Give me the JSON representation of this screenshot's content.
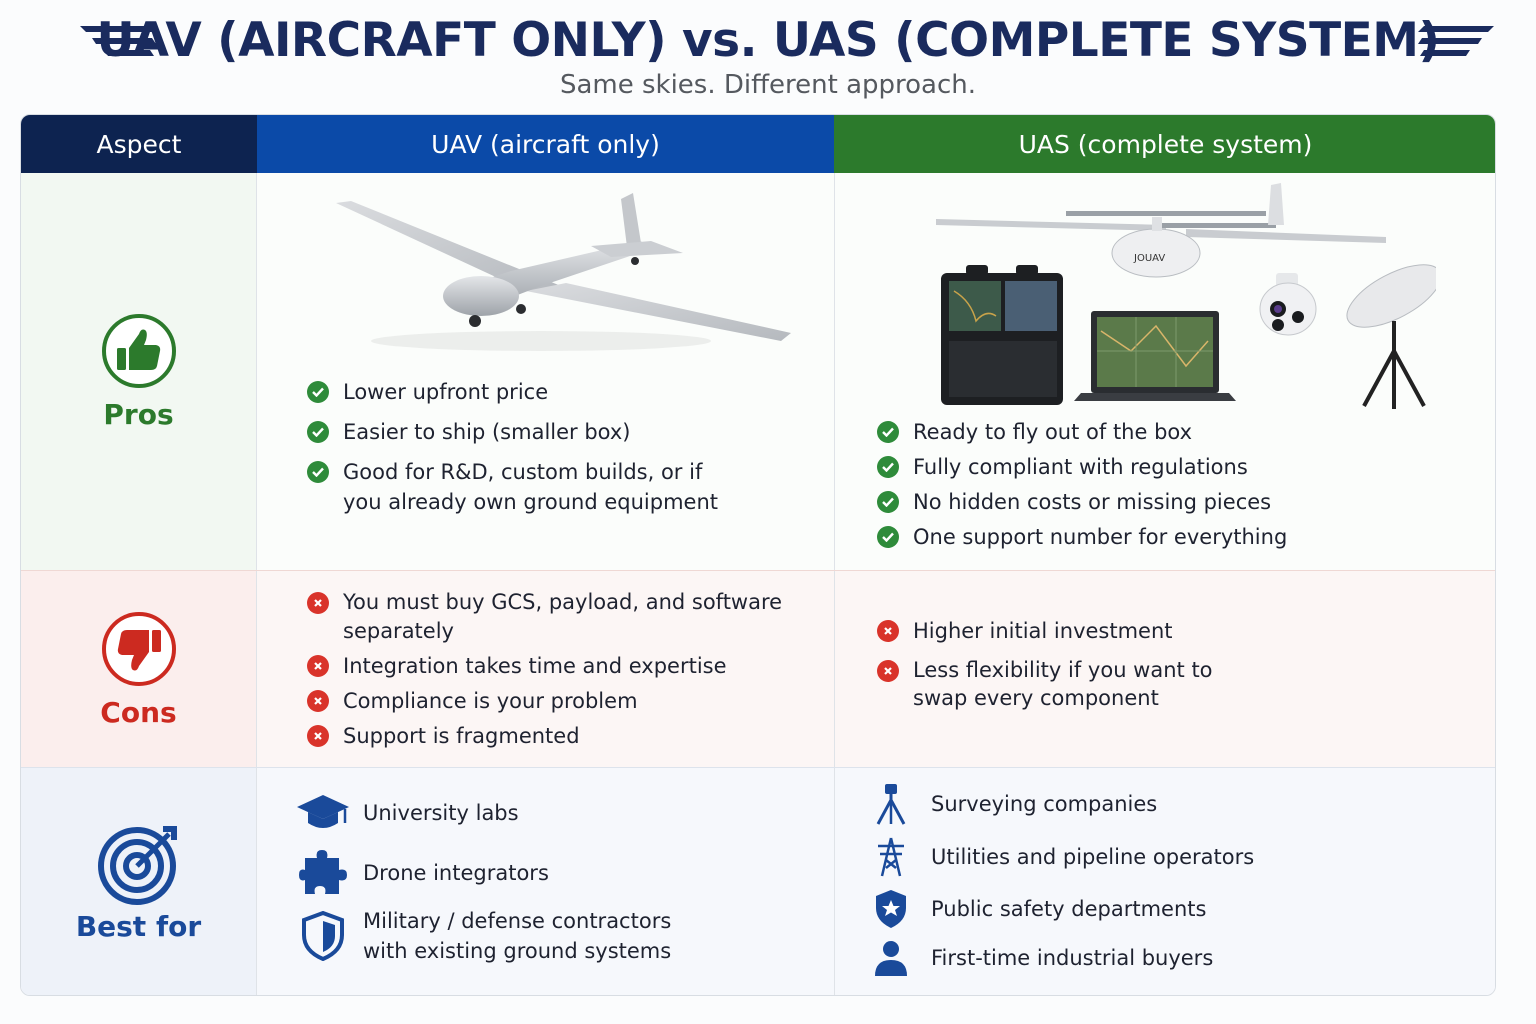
{
  "header": {
    "title": "UAV (AIRCRAFT ONLY) vs. UAS (COMPLETE SYSTEM)",
    "subtitle": "Same skies. Different approach."
  },
  "columns": {
    "aspect": "Aspect",
    "uav": "UAV (aircraft only)",
    "uas": "UAS (complete system)"
  },
  "rows": {
    "pros": {
      "label": "Pros",
      "uav_items": [
        "Lower upfront price",
        "Easier to ship (smaller box)",
        "Good for R&D, custom builds, or if\nyou already own ground equipment"
      ],
      "uas_items": [
        "Ready to fly out of the box",
        "Fully compliant with regulations",
        "No hidden costs or missing pieces",
        "One support number for everything"
      ]
    },
    "cons": {
      "label": "Cons",
      "uav_items": [
        "You must buy GCS, payload, and software\nseparately",
        "Integration takes time and expertise",
        "Compliance is your problem",
        "Support is fragmented"
      ],
      "uas_items": [
        "Higher initial investment",
        "Less flexibility if you want to\nswap every component"
      ]
    },
    "best": {
      "label": "Best for",
      "uav_items": [
        {
          "icon": "graduation-cap-icon",
          "text": "University labs"
        },
        {
          "icon": "puzzle-piece-icon",
          "text": "Drone integrators"
        },
        {
          "icon": "shield-icon",
          "text": "Military / defense contractors\nwith existing ground systems"
        }
      ],
      "uas_items": [
        {
          "icon": "survey-tripod-icon",
          "text": "Surveying companies"
        },
        {
          "icon": "power-tower-icon",
          "text": "Utilities and pipeline operators"
        },
        {
          "icon": "police-badge-icon",
          "text": "Public safety departments"
        },
        {
          "icon": "person-icon",
          "text": "First-time industrial buyers"
        }
      ]
    }
  },
  "uas_image": {
    "drone_brand_text": "JOUAV"
  },
  "colors": {
    "navy": "#0d2350",
    "uav_blue": "#0b4aa8",
    "uas_green": "#2c7a2c",
    "check_green": "#2e8b3a",
    "cross_red": "#d9332a"
  }
}
